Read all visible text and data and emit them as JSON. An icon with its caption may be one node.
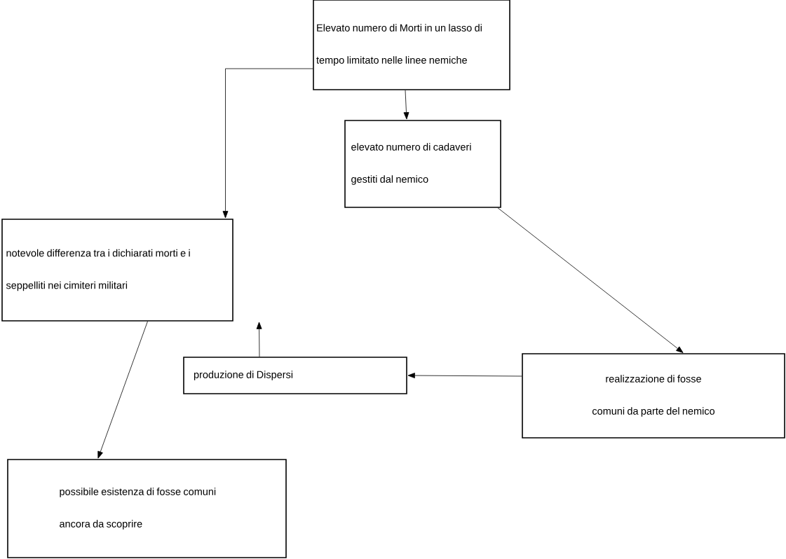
{
  "diagram": {
    "nodes": [
      {
        "text": [
          "Elevato numero di Morti in un lasso di tempo limitato nelle linee nemiche"
        ]
      },
      {
        "text": [
          "elevato numero di cadaveri gestiti dal nemico"
        ]
      },
      {
        "text": [
          "notevole differenza tra i dichiarati morti e i seppelliti nei cimiteri militari"
        ]
      },
      {
        "text": [
          "produzione di Dispersi"
        ]
      },
      {
        "text": [
          "realizzazione di fosse comuni da parte del nemico"
        ]
      },
      {
        "text": [
          "possibile esistenza di fosse comuni ancora da scoprire"
        ]
      }
    ],
    "edges": [
      {
        "from": 0,
        "to": 2,
        "arrow": "to"
      },
      {
        "from": 0,
        "to": 1,
        "arrow": "to"
      },
      {
        "from": 1,
        "to": 4,
        "arrow": "to"
      },
      {
        "from": 4,
        "to": 3,
        "arrow": "to"
      },
      {
        "from": 3,
        "to": 2,
        "arrow": "to"
      },
      {
        "from": 2,
        "to": 5,
        "arrow": "to"
      }
    ]
  }
}
